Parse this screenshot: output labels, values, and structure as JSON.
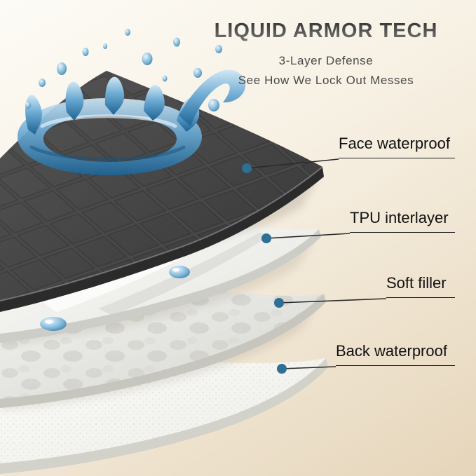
{
  "header": {
    "title": "LIQUID ARMOR TECH",
    "subtitle": "3-Layer Defense",
    "tagline": "See How We Lock Out Messes"
  },
  "labels": [
    {
      "id": "face-waterproof",
      "text": "Face waterproof"
    },
    {
      "id": "tpu-interlayer",
      "text": "TPU interlayer"
    },
    {
      "id": "soft-filler",
      "text": "Soft filler"
    },
    {
      "id": "back-waterproof",
      "text": "Back waterproof"
    }
  ],
  "colors": {
    "background_top": "#fdfbf6",
    "background_bottom": "#e5d5ba",
    "leader_dot": "#2e6f93",
    "leader_line": "#2a2a2a",
    "face_layer": "#474747",
    "water_blue": "#4a93c4",
    "label_text": "#101010"
  }
}
